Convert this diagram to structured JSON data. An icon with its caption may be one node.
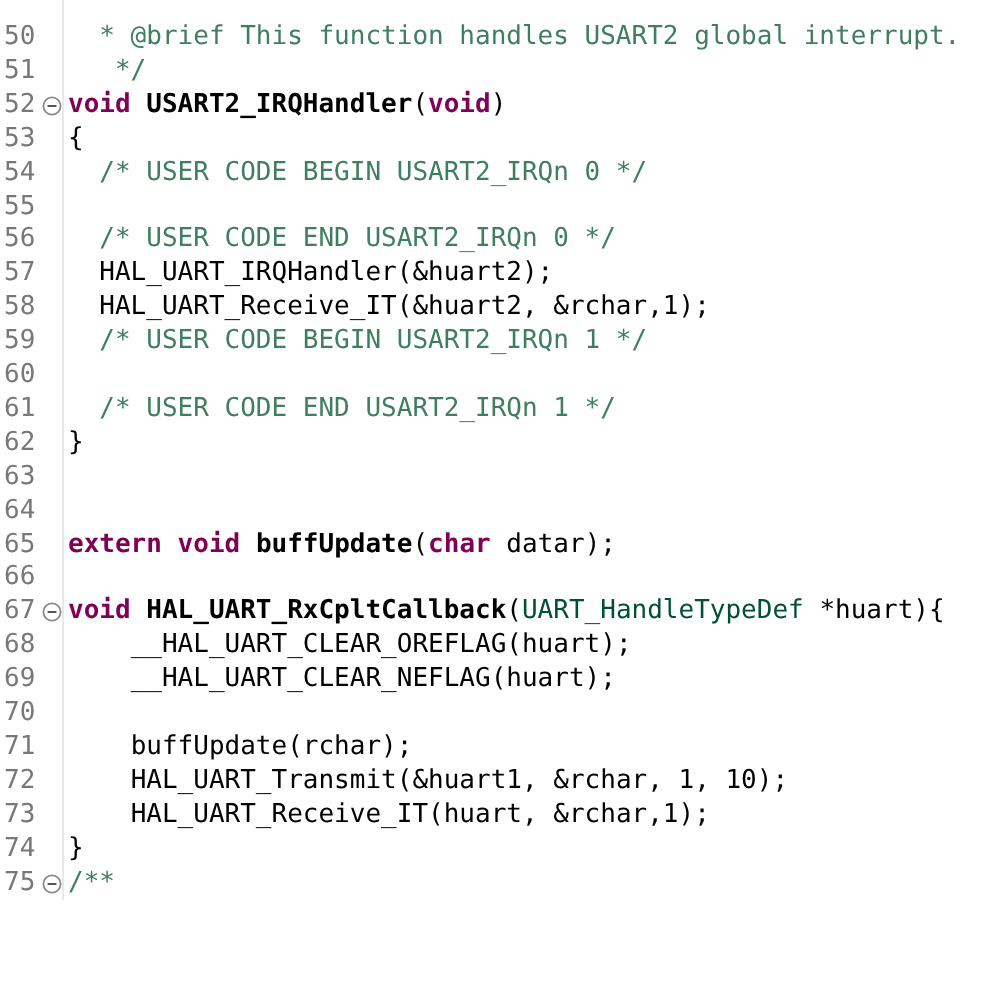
{
  "diagram": {
    "labels": [
      "50",
      "* @brief This function handles USART2 global interrupt.",
      "51",
      "*/",
      "52",
      "void USART2_IRQHandler(void)",
      "53",
      "{",
      "54",
      "/* USER CODE BEGIN USART2_IRQn 0 */",
      "55",
      "56",
      "/* USER CODE END USART2_IRQn 0 */",
      "57",
      "HAL_UART_IRQHandler(&huart2);",
      "58",
      "HAL_UART_Receive_IT(&huart2, &rchar,1);",
      "59",
      "/* USER CODE BEGIN USART2_IRQn 1 */",
      "60",
      "61",
      "/* USER CODE END USART2_IRQn 1 */",
      "62",
      "}",
      "63",
      "64",
      "65",
      "extern void buffUpdate(char datar);",
      "66",
      "67",
      "void HAL_UART_RxCpltCallback(UART_HandleTypeDef *huart){",
      "68",
      "__HAL_UART_CLEAR_OREFLAG(huart);",
      "69",
      "__HAL_UART_CLEAR_NEFLAG(huart);",
      "70",
      "71",
      "buffUpdate(rchar);",
      "72",
      "HAL_UART_Transmit(&huart1, &rchar, 1, 10);",
      "73",
      "HAL_UART_Receive_IT(huart, &rchar,1);",
      "74",
      "}",
      "75",
      "/**"
    ]
  }
}
